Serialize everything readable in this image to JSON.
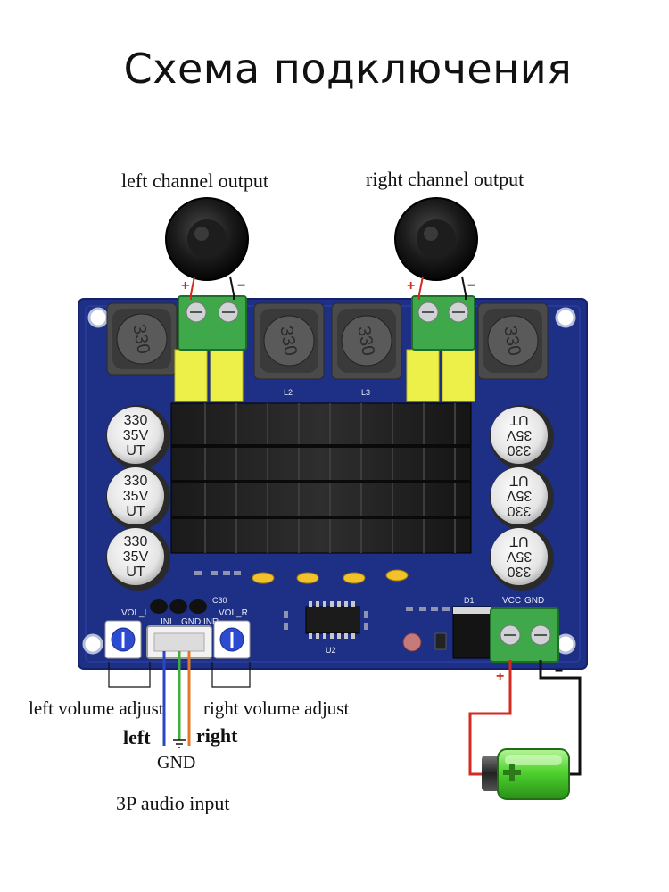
{
  "title": "Схема подключения",
  "labels": {
    "left_output": "left channel output",
    "right_output": "right channel output",
    "left_volume": "left volume adjust",
    "right_volume": "right volume adjust",
    "left": "left",
    "right": "right",
    "gnd": "GND",
    "audio_input": "3P audio input",
    "plus": "+",
    "minus": "−"
  },
  "board": {
    "inductor_value": "330",
    "capacitor_lines": [
      "330",
      "35V",
      "UT"
    ],
    "vol_l": "VOL_L",
    "vol_r": "VOL_R",
    "inl": "INL",
    "gnd_pin": "GND",
    "inr": "INR",
    "vcc": "VCC",
    "gnd_power": "GND",
    "l2": "L2",
    "l3": "L3",
    "u2": "U2",
    "d1": "D1",
    "c30": "C30"
  },
  "colors": {
    "board": "#1e2f86",
    "wire_red": "#d42a1f",
    "wire_black": "#111111",
    "wire_blue": "#2a46c8",
    "wire_green": "#3fae3a",
    "wire_orange": "#e07a2a",
    "terminal_green": "#3ea84a",
    "battery_green": "#6fe04a"
  }
}
